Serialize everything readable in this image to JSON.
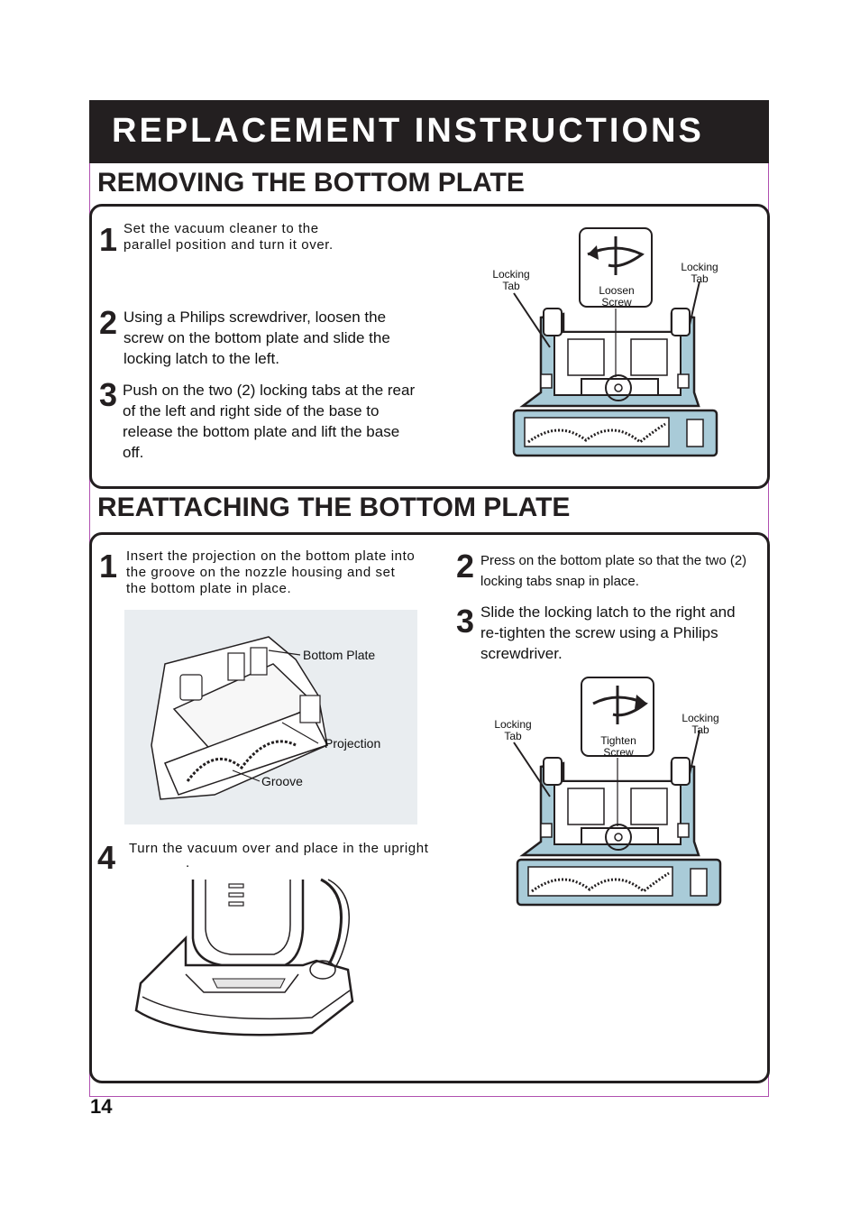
{
  "header": {
    "title": "REPLACEMENT  INSTRUCTIONS"
  },
  "removing": {
    "title": "REMOVING THE BOTTOM PLATE",
    "steps": [
      {
        "number": "1",
        "text": "Set the vacuum cleaner to the parallel position and turn it over."
      },
      {
        "number": "2",
        "text": "Using a Philips screwdriver, loosen the screw on the bottom plate and slide the locking latch to the left."
      },
      {
        "number": "3",
        "text": "Push on the two (2) locking tabs at the rear of the left and right side of the base to release the bottom plate and lift the base off."
      }
    ],
    "figure": {
      "label_left": "Locking Tab",
      "label_right": "Locking Tab",
      "label_screw": "Loosen Screw"
    }
  },
  "reattaching": {
    "title": "REATTACHING THE BOTTOM PLATE",
    "steps": [
      {
        "number": "1",
        "text": "Insert the projection on the bottom plate into the groove on the nozzle housing and set the bottom  plate  in place."
      },
      {
        "number": "2",
        "text": "Press on the bottom plate so that the two (2) locking tabs snap in place."
      },
      {
        "number": "3",
        "text": "Slide the locking latch to the right and re-tighten the screw using a Philips screwdriver."
      },
      {
        "number": "4",
        "text": "Turn the vacuum over and place in the upright",
        "text_tail": "."
      }
    ],
    "figure_insert": {
      "label_bottom_plate": "Bottom Plate",
      "label_projection": "Projection",
      "label_groove": "Groove"
    },
    "figure_tighten": {
      "label_left": "Locking Tab",
      "label_right": "Locking Tab",
      "label_screw": "Tighten Screw"
    }
  },
  "footer": {
    "page_number": "14"
  },
  "colors": {
    "banner": "#231f20",
    "trim": "#b04fb0",
    "plate_blue": "#a9cbd8"
  }
}
